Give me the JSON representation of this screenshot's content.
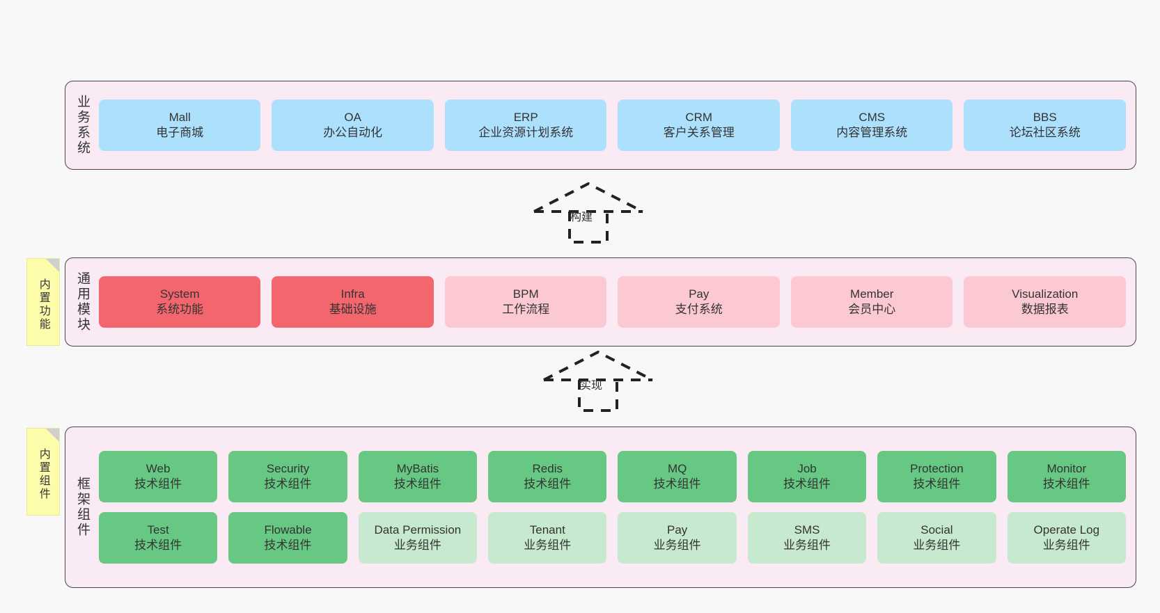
{
  "layers": [
    {
      "id": "business",
      "caption": "业务系统",
      "nodes": [
        {
          "en": "Mall",
          "cn": "电子商城",
          "color": "#ace0fd"
        },
        {
          "en": "OA",
          "cn": "办公自动化",
          "color": "#ace0fd"
        },
        {
          "en": "ERP",
          "cn": "企业资源计划系统",
          "color": "#ace0fd"
        },
        {
          "en": "CRM",
          "cn": "客户关系管理",
          "color": "#ace0fd"
        },
        {
          "en": "CMS",
          "cn": "内容管理系统",
          "color": "#ace0fd"
        },
        {
          "en": "BBS",
          "cn": "论坛社区系统",
          "color": "#ace0fd"
        }
      ]
    },
    {
      "id": "modules",
      "caption": "通用模块",
      "sticky": "内置功能",
      "nodes": [
        {
          "en": "System",
          "cn": "系统功能",
          "color": "#f4666d"
        },
        {
          "en": "Infra",
          "cn": "基础设施",
          "color": "#f4666d"
        },
        {
          "en": "BPM",
          "cn": "工作流程",
          "color": "#fcc9d2"
        },
        {
          "en": "Pay",
          "cn": "支付系统",
          "color": "#fcc9d2"
        },
        {
          "en": "Member",
          "cn": "会员中心",
          "color": "#fcc9d2"
        },
        {
          "en": "Visualization",
          "cn": "数据报表",
          "color": "#fcc9d2"
        }
      ]
    },
    {
      "id": "framework",
      "caption": "框架组件",
      "sticky": "内置组件",
      "nodes": [
        {
          "en": "Web",
          "cn": "技术组件",
          "color": "#66c883"
        },
        {
          "en": "Security",
          "cn": "技术组件",
          "color": "#66c883"
        },
        {
          "en": "MyBatis",
          "cn": "技术组件",
          "color": "#66c883"
        },
        {
          "en": "Redis",
          "cn": "技术组件",
          "color": "#66c883"
        },
        {
          "en": "MQ",
          "cn": "技术组件",
          "color": "#66c883"
        },
        {
          "en": "Job",
          "cn": "技术组件",
          "color": "#66c883"
        },
        {
          "en": "Protection",
          "cn": "技术组件",
          "color": "#66c883"
        },
        {
          "en": "Monitor",
          "cn": "技术组件",
          "color": "#66c883"
        },
        {
          "en": "Test",
          "cn": "技术组件",
          "color": "#66c883"
        },
        {
          "en": "Flowable",
          "cn": "技术组件",
          "color": "#66c883"
        },
        {
          "en": "Data Permission",
          "cn": "业务组件",
          "color": "#c7e9cf"
        },
        {
          "en": "Tenant",
          "cn": "业务组件",
          "color": "#c7e9cf"
        },
        {
          "en": "Pay",
          "cn": "业务组件",
          "color": "#c7e9cf"
        },
        {
          "en": "SMS",
          "cn": "业务组件",
          "color": "#c7e9cf"
        },
        {
          "en": "Social",
          "cn": "业务组件",
          "color": "#c7e9cf"
        },
        {
          "en": "Operate Log",
          "cn": "业务组件",
          "color": "#c7e9cf"
        }
      ]
    }
  ],
  "arrows": [
    {
      "id": "build",
      "label": "构建",
      "from": "modules",
      "to": "business"
    },
    {
      "id": "impl",
      "label": "实现",
      "from": "framework",
      "to": "modules"
    }
  ],
  "colors": {
    "panel_background": "#faeaf3",
    "panel_border": "#4d4349",
    "canvas_background": "#f8f8f8",
    "sticky_note": "#fcfcaa",
    "sticky_fold": "#cfcfcf",
    "blue": "#ace0fd",
    "red": "#f4666d",
    "pink": "#fcc9d2",
    "green": "#66c883",
    "green_light": "#c7e9cf",
    "text": "#333333"
  }
}
